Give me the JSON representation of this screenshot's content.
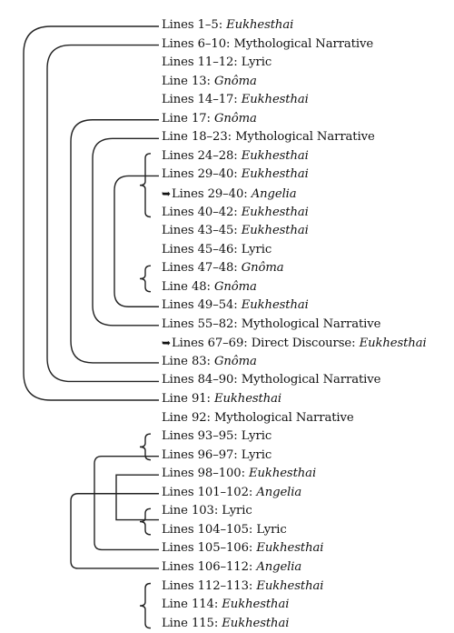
{
  "entries": [
    {
      "label": "Lines 1–5:",
      "genre": "Eukhesthai",
      "italic": true
    },
    {
      "label": "Lines 6–10:",
      "genre": "Mythological Narrative",
      "italic": false
    },
    {
      "label": "Lines 11–12:",
      "genre": "Lyric",
      "italic": false
    },
    {
      "label": "Line 13:",
      "genre": "Gnôma",
      "italic": true
    },
    {
      "label": "Lines 14–17:",
      "genre": "Eukhesthai",
      "italic": true
    },
    {
      "label": "Line 17:",
      "genre": "Gnôma",
      "italic": true
    },
    {
      "label": "Line 18–23:",
      "genre": "Mythological Narrative",
      "italic": false
    },
    {
      "label": "Lines 24–28:",
      "genre": "Eukhesthai",
      "italic": true
    },
    {
      "label": "Lines 29–40:",
      "genre": "Eukhesthai",
      "italic": true
    },
    {
      "label": "Lines 29–40:",
      "genre": "Angelia",
      "italic": true,
      "arrow": "➥"
    },
    {
      "label": "Lines 40–42:",
      "genre": "Eukhesthai",
      "italic": true
    },
    {
      "label": "Lines 43–45:",
      "genre": "Eukhesthai",
      "italic": true
    },
    {
      "label": "Lines 45–46:",
      "genre": "Lyric",
      "italic": false
    },
    {
      "label": "Lines 47–48:",
      "genre": "Gnôma",
      "italic": true
    },
    {
      "label": "Line 48:",
      "genre": "Gnôma",
      "italic": true
    },
    {
      "label": "Lines 49–54:",
      "genre": "Eukhesthai",
      "italic": true
    },
    {
      "label": "Lines 55–82:",
      "genre": "Mythological Narrative",
      "italic": false
    },
    {
      "label": "Lines 67–69:",
      "genre": "Direct Discourse:",
      "genre2": "Eukhesthai",
      "italic": false,
      "arrow": "➥"
    },
    {
      "label": "Line 83:",
      "genre": "Gnôma",
      "italic": true
    },
    {
      "label": "Lines 84–90:",
      "genre": "Mythological Narrative",
      "italic": false
    },
    {
      "label": "Line 91:",
      "genre": "Eukhesthai",
      "italic": true
    },
    {
      "label": "Line 92:",
      "genre": "Mythological Narrative",
      "italic": false
    },
    {
      "label": "Lines 93–95:",
      "genre": "Lyric",
      "italic": false
    },
    {
      "label": "Lines 96–97:",
      "genre": "Lyric",
      "italic": false
    },
    {
      "label": "Lines 98–100:",
      "genre": "Eukhesthai",
      "italic": true
    },
    {
      "label": "Lines 101–102:",
      "genre": "Angelia",
      "italic": true
    },
    {
      "label": "Line 103:",
      "genre": "Lyric",
      "italic": false
    },
    {
      "label": "Lines 104–105:",
      "genre": "Lyric",
      "italic": false
    },
    {
      "label": "Lines 105–106:",
      "genre": "Eukhesthai",
      "italic": true
    },
    {
      "label": "Lines 106–112:",
      "genre": "Angelia",
      "italic": true
    },
    {
      "label": "Lines 112–113:",
      "genre": "Eukhesthai",
      "italic": true
    },
    {
      "label": "Line 114:",
      "genre": "Eukhesthai",
      "italic": true
    },
    {
      "label": "Line 115:",
      "genre": "Eukhesthai",
      "italic": true
    }
  ],
  "colors": {
    "text": "#111111",
    "lines": "#222222",
    "background": "#ffffff"
  }
}
